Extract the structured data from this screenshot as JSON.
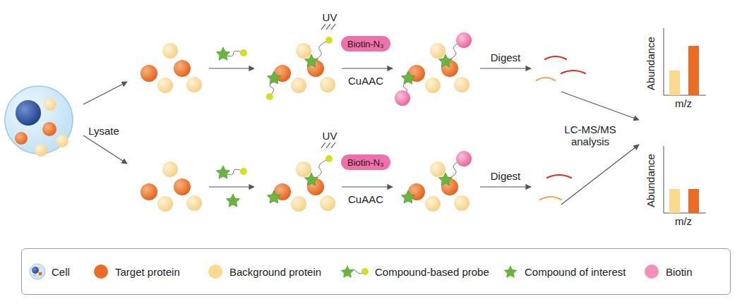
{
  "diagram": {
    "nodes": [
      {
        "text": [
          "Biotin-N₃"
        ]
      },
      {
        "text": [
          "Biotin-N₃"
        ]
      }
    ],
    "labels": [
      "UV",
      "CuAAC",
      "Digest",
      "Lysate",
      "LC-MS/MS analysis",
      "Abundance",
      "m/z",
      "UV",
      "CuAAC",
      "Digest",
      "Abundance",
      "m/z"
    ],
    "legend": [
      {
        "text": "Cell"
      },
      {
        "text": "Target protein",
        "color": "#ec6c26"
      },
      {
        "text": "Background protein",
        "color": "#fbd98f"
      },
      {
        "text": "Compound-based probe"
      },
      {
        "text": "Compound of interest",
        "color": "#6bb43f"
      },
      {
        "text": "Biotin",
        "color": "#f390bb"
      }
    ]
  }
}
